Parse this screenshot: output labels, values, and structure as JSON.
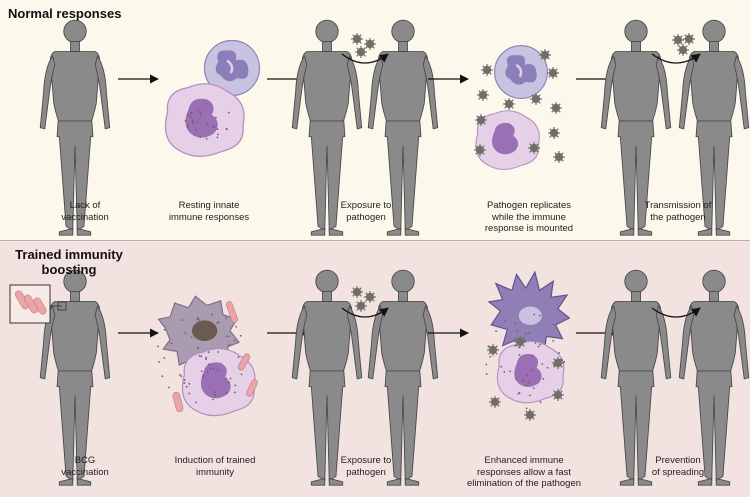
{
  "panels": {
    "normal": {
      "title": "Normal responses",
      "steps": [
        {
          "caption": "Lack of\nvaccination"
        },
        {
          "caption": "Resting innate\nimmune responses"
        },
        {
          "caption": "Exposure to\npathogen"
        },
        {
          "caption": "Pathogen replicates\nwhile the immune\nresponse is mounted"
        },
        {
          "caption": "Transmission of\nthe pathogen"
        }
      ]
    },
    "trained": {
      "title": "Trained immunity\nboosting",
      "steps": [
        {
          "caption": "BCG\nvaccination"
        },
        {
          "caption": "Induction of trained\nimmunity"
        },
        {
          "caption": "Exposure to\npathogen"
        },
        {
          "caption": "Enhanced immune\nresponses allow a fast\nelimination of the pathogen"
        },
        {
          "caption": "Prevention\nof spreading"
        }
      ]
    }
  },
  "colors": {
    "top_bg": "#fcf9ec",
    "bottom_bg": "#f2e3e1",
    "body": "#8a8a8a",
    "body_outline": "#4a4a4a",
    "cell_purple": "#c9b8de",
    "nucleus": "#a07cc0",
    "bacteria": "#e9a5a8",
    "macrophage": "#a99bb0",
    "virus": "#6f6f68"
  },
  "icons": [
    "human-figure-icon",
    "neutrophil-icon",
    "monocyte-icon",
    "virus-icon",
    "bacteria-icon",
    "macrophage-icon",
    "arrow-icon",
    "curved-arrow-icon",
    "magnifier-icon"
  ]
}
